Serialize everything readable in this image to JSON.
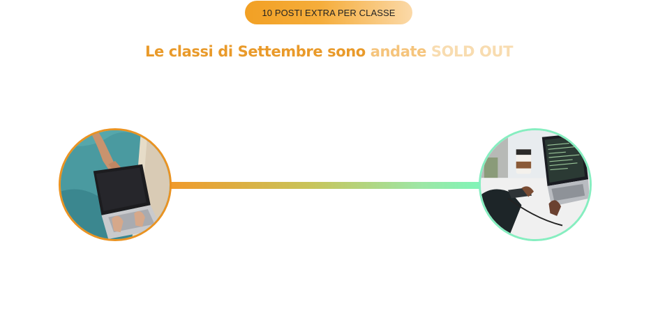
{
  "badge": {
    "label": "10 POSTI EXTRA PER CLASSE"
  },
  "headline": {
    "part1": "Le classi di Settembre sono ",
    "part2": "andate ",
    "part3": "SOLD OUT"
  },
  "images": {
    "left": {
      "description_icon": "laptop-by-pool-photo"
    },
    "right": {
      "description_icon": "laptop-coding-desk-photo"
    }
  },
  "colors": {
    "accent_orange": "#ea9322",
    "accent_green": "#86eec0",
    "headline_orange": "#e99a2a",
    "headline_light": "#f8dcb0"
  }
}
